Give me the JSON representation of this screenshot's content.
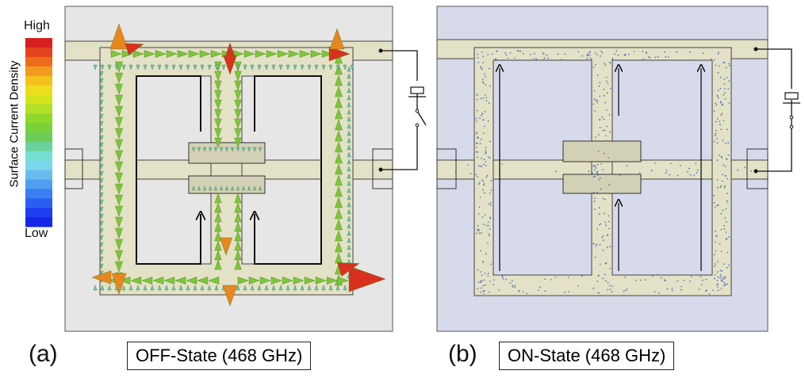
{
  "legend": {
    "title": "Surface Current Density",
    "high_label": "High",
    "low_label": "Low",
    "colors": [
      "#d81e1e",
      "#e4421d",
      "#ec6b1d",
      "#f09a1f",
      "#f3c01d",
      "#eedd1c",
      "#d4e51e",
      "#b3e027",
      "#8fd92f",
      "#7ad23a",
      "#6ccc56",
      "#6ad39c",
      "#72dfd0",
      "#7cd6ec",
      "#6bbcee",
      "#4f9ef0",
      "#3a7ff1",
      "#2a5ef2",
      "#1c3ff0",
      "#1526e8"
    ]
  },
  "panels": [
    {
      "letter": "(a)",
      "caption": "OFF-State (468 GHz)",
      "state": "off",
      "background": "#e6e6e6"
    },
    {
      "letter": "(b)",
      "caption": "ON-State (468 GHz)",
      "state": "on",
      "background": "#d7daeb"
    }
  ],
  "colors": {
    "conductor": "#e3e1c6",
    "conductor_edge": "#3a3a3a",
    "pad": "#d3d1b5",
    "arrow_green": "#7cc63a",
    "arrow_red": "#d8321e",
    "arrow_orange": "#e8861f",
    "arrow_cyan": "#5fc9c7"
  }
}
